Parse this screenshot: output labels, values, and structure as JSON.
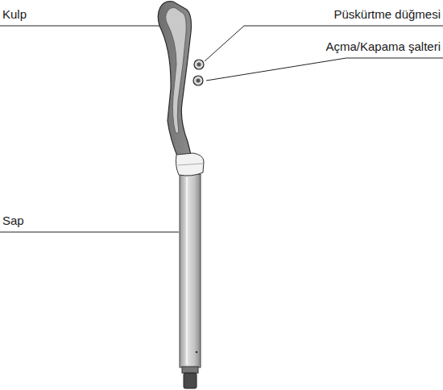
{
  "diagram": {
    "labels": [
      "Kulp",
      "Püskürtme düğmesi",
      "Açma/Kapama şalteri",
      "Sap"
    ]
  }
}
